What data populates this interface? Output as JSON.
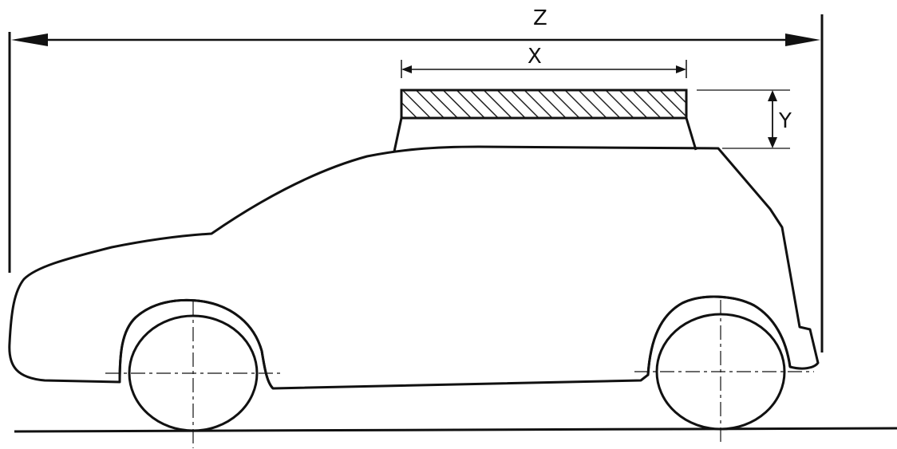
{
  "labels": {
    "z": "Z",
    "x": "X",
    "y": "Y"
  },
  "colors": {
    "line": "#111111",
    "background": "#ffffff",
    "hatch": "#222222"
  },
  "icons": {
    "car": "car-side-outline-icon",
    "roof_box": "hatched-roof-box-icon"
  }
}
